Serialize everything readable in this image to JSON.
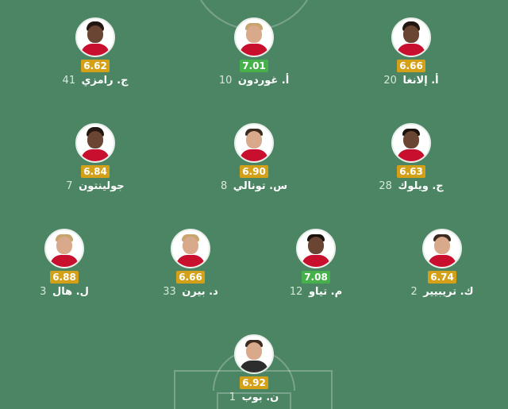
{
  "players": [
    {
      "id": "ramzi",
      "number": "41",
      "name": "ج. رامزي",
      "rating": "6.62",
      "rating_color": "#d4a017"
    },
    {
      "id": "gordon",
      "number": "10",
      "name": "أ. غوردون",
      "rating": "7.01",
      "rating_color": "#46b04a"
    },
    {
      "id": "elanga",
      "number": "20",
      "name": "أ. إلانغا",
      "rating": "6.66",
      "rating_color": "#d4a017"
    },
    {
      "id": "joelinton",
      "number": "7",
      "name": "جولينتون",
      "rating": "6.84",
      "rating_color": "#d4a017"
    },
    {
      "id": "tonali",
      "number": "8",
      "name": "س. تونالي",
      "rating": "6.90",
      "rating_color": "#d4a017"
    },
    {
      "id": "willock",
      "number": "28",
      "name": "ج. ويلوك",
      "rating": "6.63",
      "rating_color": "#d4a017"
    },
    {
      "id": "hall",
      "number": "3",
      "name": "ل. هال",
      "rating": "6.88",
      "rating_color": "#d4a017"
    },
    {
      "id": "burn",
      "number": "33",
      "name": "د. بيرن",
      "rating": "6.66",
      "rating_color": "#d4a017"
    },
    {
      "id": "thiaw",
      "number": "12",
      "name": "م. تياو",
      "rating": "7.08",
      "rating_color": "#46b04a"
    },
    {
      "id": "trippier",
      "number": "2",
      "name": "ك. تريبيير",
      "rating": "6.74",
      "rating_color": "#d4a017"
    },
    {
      "id": "pope",
      "number": "1",
      "name": "ن. بوب",
      "rating": "6.92",
      "rating_color": "#d4a017"
    }
  ]
}
